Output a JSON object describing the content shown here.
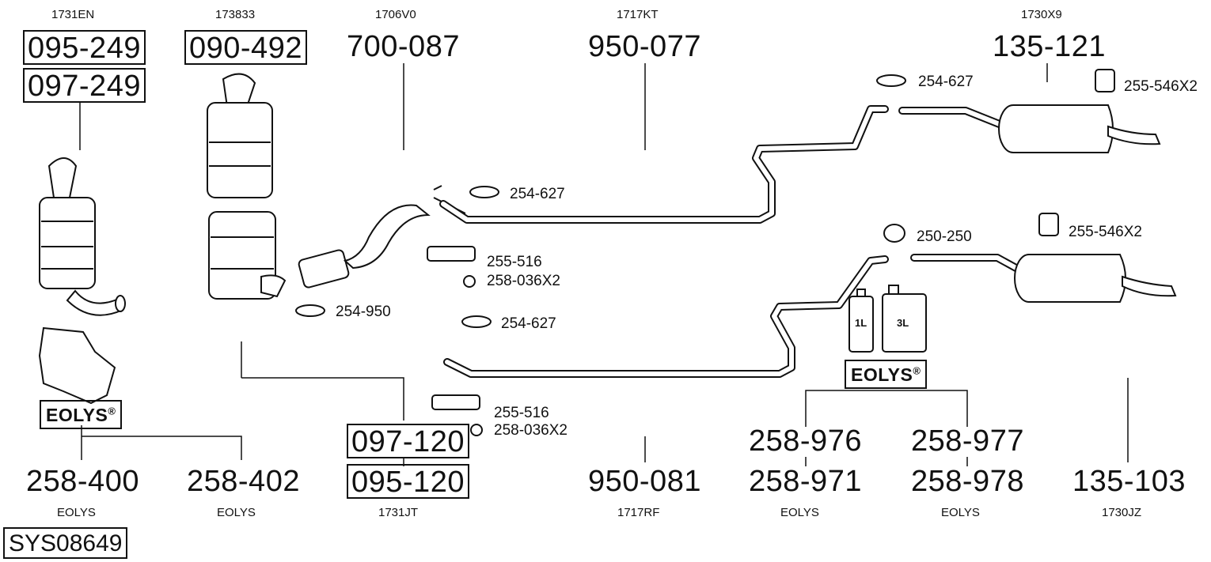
{
  "top_codes": [
    "1731EN",
    "173833",
    "1706V0",
    "1717KT",
    "1730X9"
  ],
  "top_numbers": [
    "095-249",
    "097-249",
    "090-492",
    "700-087",
    "950-077",
    "135-121"
  ],
  "callouts": [
    "254-627",
    "255-546X2",
    "254-627",
    "250-250",
    "255-546X2",
    "255-516",
    "258-036X2",
    "254-950",
    "254-627",
    "255-516",
    "258-036X2"
  ],
  "eolys_brand": "EOLYS",
  "eolys_mark": "®",
  "bottle_labels": [
    "1L",
    "3L"
  ],
  "bottom_numbers": [
    "258-400",
    "258-402",
    "097-120",
    "095-120",
    "950-081",
    "258-976",
    "258-971",
    "258-977",
    "258-978",
    "135-103"
  ],
  "bottom_codes": [
    "EOLYS",
    "EOLYS",
    "1731JT",
    "1717RF",
    "EOLYS",
    "EOLYS",
    "1730JZ"
  ],
  "system_id": "SYS08649"
}
